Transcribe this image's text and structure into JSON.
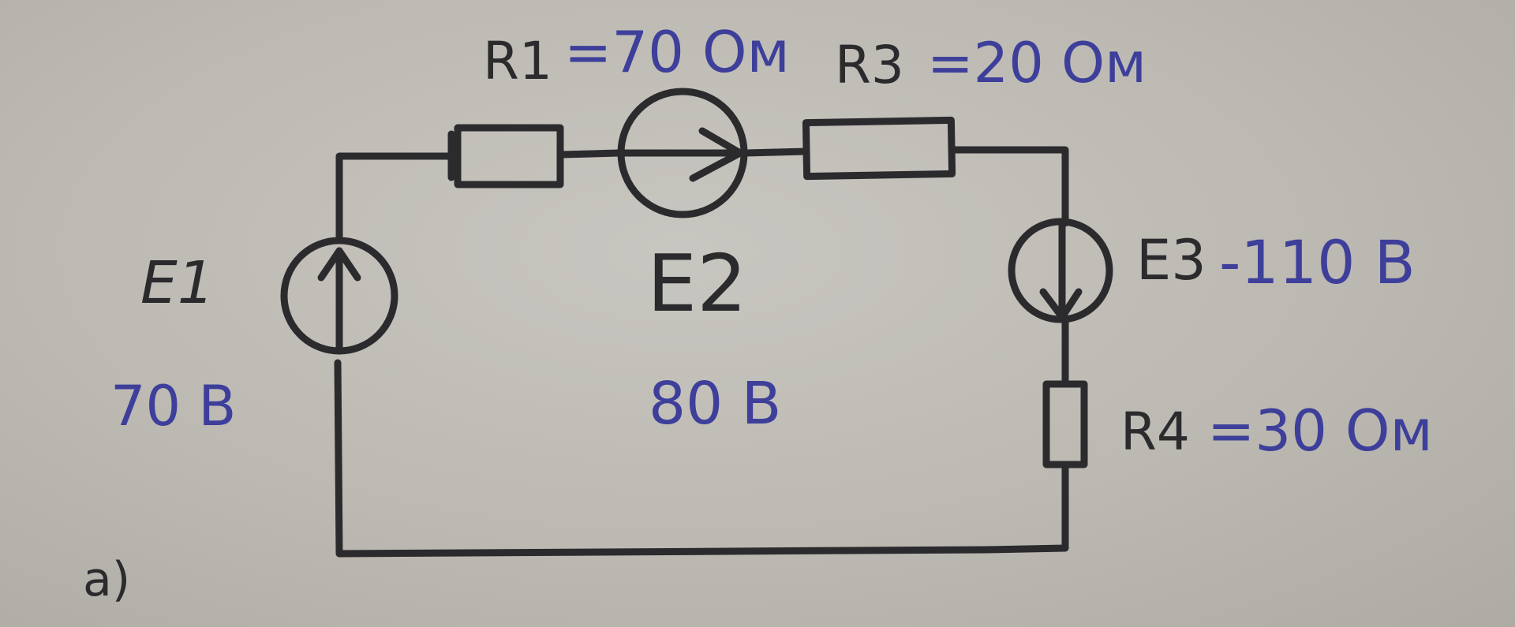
{
  "figure": {
    "label": "a)",
    "colors": {
      "paper": "#bdbab3",
      "pencil": "#2b2b2e",
      "blue_ink": "#3d3f9a"
    }
  },
  "components": {
    "E1": {
      "name": "E1",
      "value": "70 В",
      "kind": "voltage-source",
      "arrow": "up"
    },
    "E2": {
      "name": "E2",
      "value": "80 В",
      "kind": "voltage-source",
      "arrow": "right"
    },
    "E3": {
      "name": "E3",
      "value_text": "-110 В",
      "kind": "voltage-source",
      "arrow": "down"
    },
    "R1": {
      "name": "R1",
      "value_text": "=70 Ом",
      "kind": "resistor"
    },
    "R3": {
      "name": "R3",
      "value_text": "=20 Ом",
      "kind": "resistor"
    },
    "R4": {
      "name": "R4",
      "value_text": "=30 Ом",
      "kind": "resistor"
    }
  }
}
